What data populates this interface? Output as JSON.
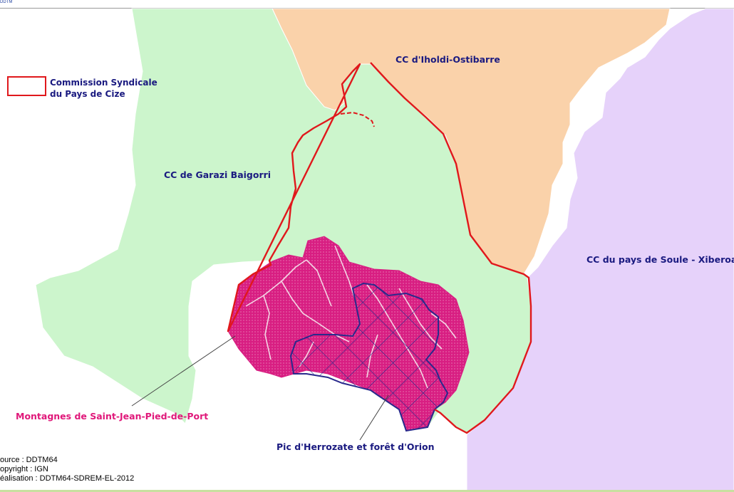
{
  "header": {
    "tiny_logo_text": "DDTM"
  },
  "legend": {
    "line1": "Commission Syndicale",
    "line2": "du Pays de Cize",
    "border_color": "#e0181c"
  },
  "regions": {
    "garazi": "CC de Garazi Baigorri",
    "iholdi": "CC d'Iholdi-Ostibarre",
    "soule": "CC du pays de Soule - Xiberoa"
  },
  "callouts": {
    "montagnes": "Montagnes de Saint-Jean-Pied-de-Port",
    "herrozate": "Pic d'Herrozate et forêt d'Orion"
  },
  "credits": {
    "source": "ource : DDTM64",
    "copyright": "opyright : IGN",
    "realisation": "éalisation : DDTM64-SDREM-EL-2012"
  },
  "colors": {
    "garazi_fill": "#ccf5cc",
    "iholdi_fill": "#fad2aa",
    "soule_fill": "#e6d2fa",
    "mountain_fill": "#d81e82",
    "hatch_stroke": "#2a2a8c",
    "cize_border": "#e0181c",
    "label_blue": "#1a1a80",
    "label_pink": "#e0187a"
  }
}
